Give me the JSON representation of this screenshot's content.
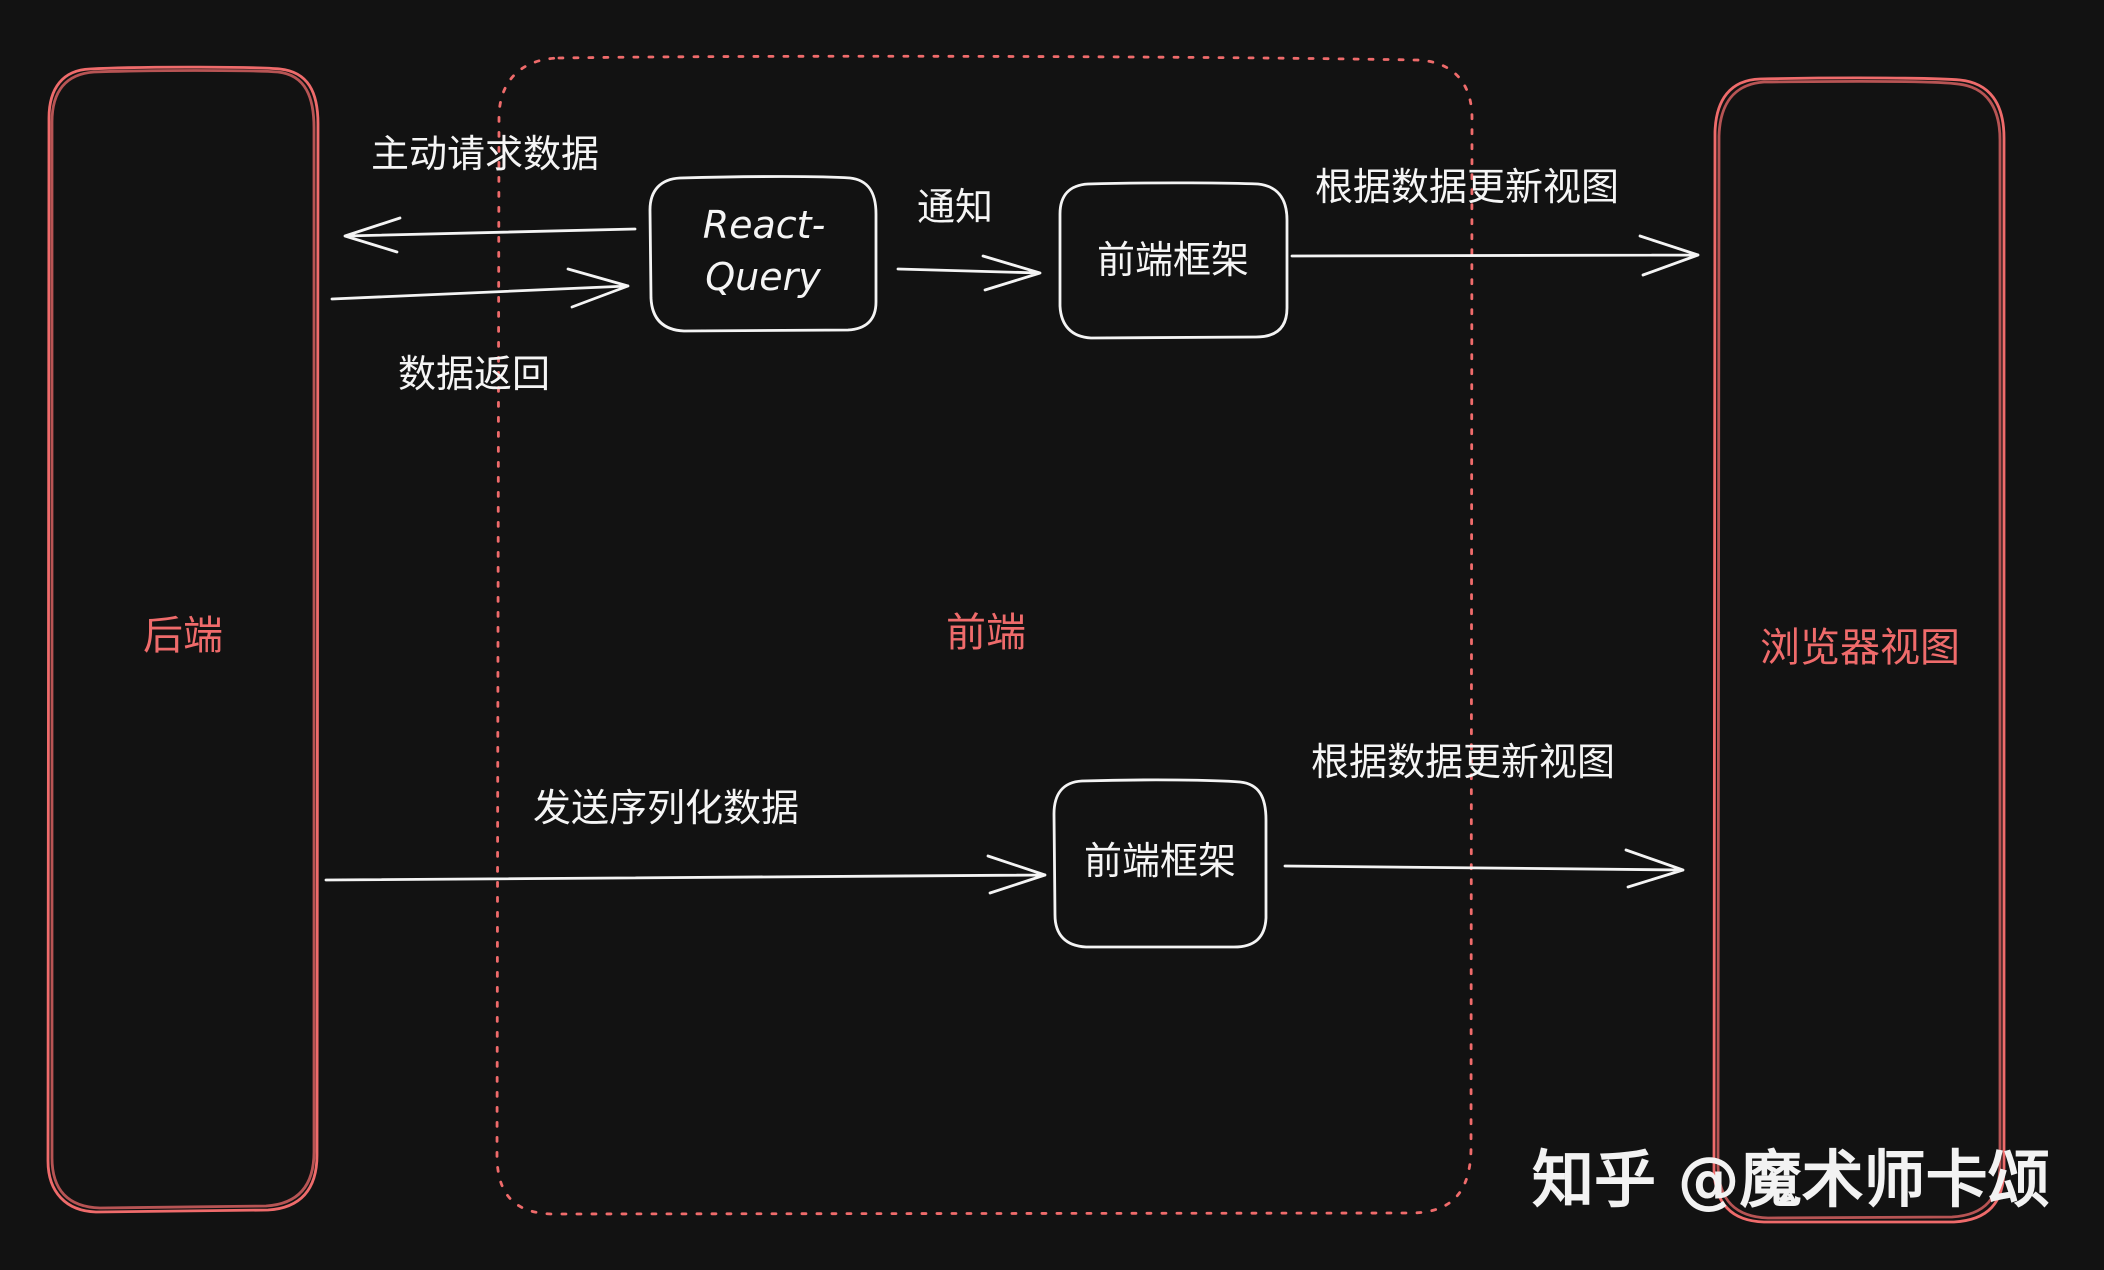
{
  "diagram": {
    "backend_label": "后端",
    "frontend_label": "前端",
    "browser_label": "浏览器视图",
    "react_query_line1": "React-",
    "react_query_line2": "Query",
    "framework_top_label": "前端框架",
    "framework_bottom_label": "前端框架",
    "request_label": "主动请求数据",
    "return_label": "数据返回",
    "notify_label": "通知",
    "update_top_label": "根据数据更新视图",
    "serialize_label": "发送序列化数据",
    "update_bottom_label": "根据数据更新视图"
  },
  "watermark": {
    "text": "知乎 @魔术师卡颂"
  },
  "colors": {
    "background": "#121212",
    "stroke": "#f4f4f4",
    "accent": "#ef6b6b"
  }
}
